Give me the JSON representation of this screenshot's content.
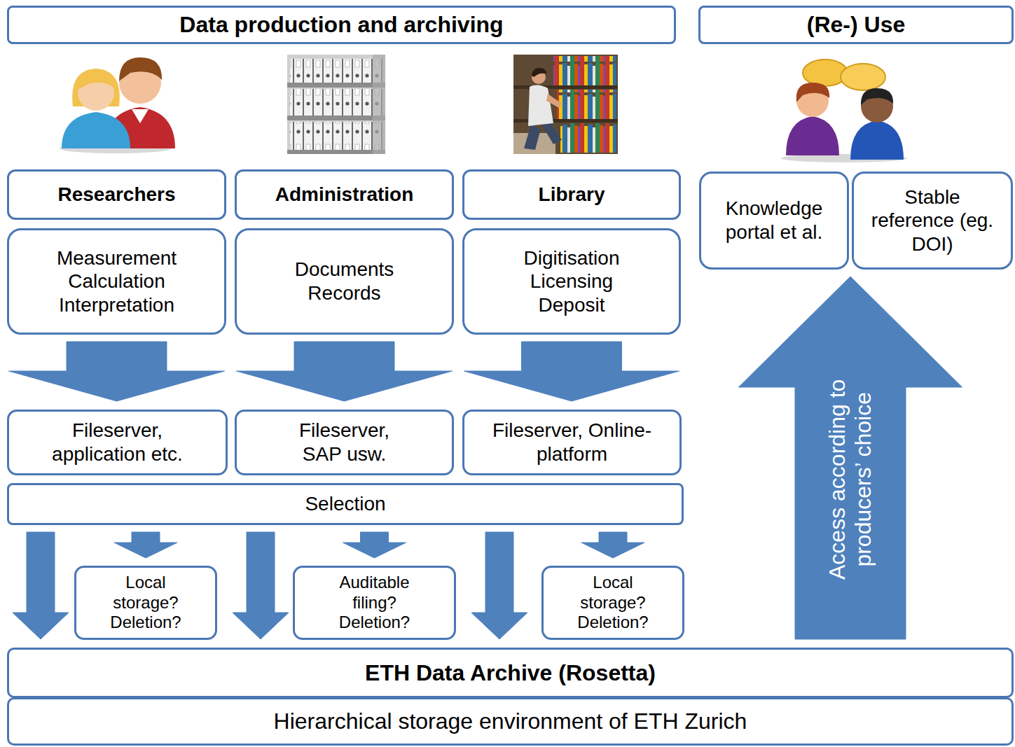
{
  "diagram": {
    "nodes": [
      {
        "text": [
          "Data production and archiving"
        ]
      },
      {
        "text": [
          "(Re-) Use"
        ]
      },
      {
        "text": [
          "Researchers"
        ]
      },
      {
        "text": [
          "Administration"
        ]
      },
      {
        "text": [
          "Library"
        ]
      },
      {
        "text": [
          "Knowledge portal et al."
        ]
      },
      {
        "text": [
          "Stable reference (eg. DOI)"
        ]
      },
      {
        "text": [
          "Measurement Calculation Interpretation"
        ]
      },
      {
        "text": [
          "Documents Records"
        ]
      },
      {
        "text": [
          "Digitisation Licensing Deposit"
        ]
      },
      {
        "text": [
          "Fileserver, application etc."
        ]
      },
      {
        "text": [
          "Fileserver, SAP usw."
        ]
      },
      {
        "text": [
          "Fileserver, Online-platform"
        ]
      },
      {
        "text": [
          "Selection"
        ]
      },
      {
        "text": [
          "Local storage? Deletion?"
        ]
      },
      {
        "text": [
          "Auditable filing? Deletion?"
        ]
      },
      {
        "text": [
          "Local storage? Deletion?"
        ]
      },
      {
        "text": [
          "ETH Data Archive (Rosetta)"
        ]
      },
      {
        "text": [
          "Hierarchical storage environment of ETH Zurich"
        ]
      }
    ],
    "edges": [
      {
        "from": 7,
        "to": 10,
        "arrow": "to"
      },
      {
        "from": 8,
        "to": 11,
        "arrow": "to"
      },
      {
        "from": 9,
        "to": 12,
        "arrow": "to"
      },
      {
        "from": 13,
        "to": 17,
        "arrow": "to"
      },
      {
        "from": 13,
        "to": 14,
        "arrow": "to"
      },
      {
        "from": 13,
        "to": 17,
        "arrow": "to"
      },
      {
        "from": 13,
        "to": 15,
        "arrow": "to"
      },
      {
        "from": 13,
        "to": 17,
        "arrow": "to"
      },
      {
        "from": 13,
        "to": 16,
        "arrow": "to"
      },
      {
        "from": 17,
        "to": 5,
        "label": "Access according to producers’ choice",
        "arrow": "to"
      },
      {
        "from": 17,
        "to": 6,
        "arrow": "to"
      }
    ]
  }
}
